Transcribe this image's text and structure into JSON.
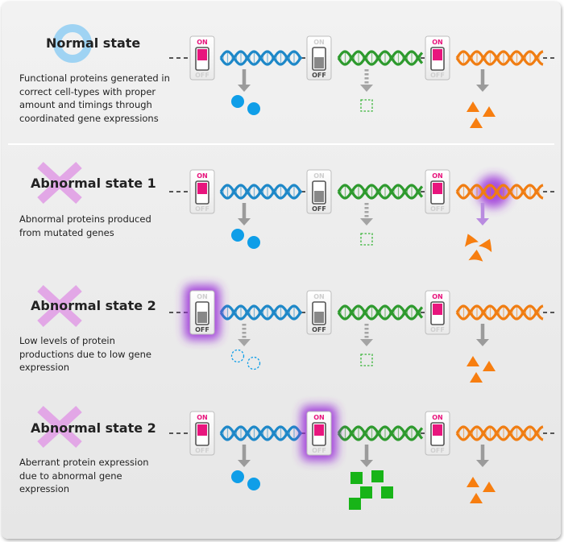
{
  "rows": [
    {
      "title": "Normal state",
      "description": "Functional proteins generated in correct cell-types with proper amount and timings through coordinated gene expressions",
      "marker": "circle-icon",
      "genes": [
        {
          "switch": "on",
          "highlight": false,
          "arrow": "solid",
          "product": "circles",
          "product_style": "filled",
          "dna_glow": false
        },
        {
          "switch": "off",
          "highlight": false,
          "arrow": "dashed",
          "product": "square",
          "product_style": "outline",
          "dna_glow": false
        },
        {
          "switch": "on",
          "highlight": false,
          "arrow": "solid",
          "product": "triangles",
          "product_style": "filled",
          "dna_glow": false
        }
      ]
    },
    {
      "title": "Abnormal state 1",
      "description": "Abnormal proteins produced from mutated genes",
      "marker": "cross-icon",
      "genes": [
        {
          "switch": "on",
          "highlight": false,
          "arrow": "solid",
          "product": "circles",
          "product_style": "filled",
          "dna_glow": false
        },
        {
          "switch": "off",
          "highlight": false,
          "arrow": "dashed",
          "product": "square",
          "product_style": "outline",
          "dna_glow": false
        },
        {
          "switch": "on",
          "highlight": false,
          "arrow": "solid-purple",
          "product": "mutant-triangles",
          "product_style": "filled",
          "dna_glow": true
        }
      ]
    },
    {
      "title": "Abnormal state 2",
      "description": "Low levels of protein productions due to low gene expression",
      "marker": "cross-icon",
      "genes": [
        {
          "switch": "off",
          "highlight": true,
          "arrow": "dashed",
          "product": "circles",
          "product_style": "outline",
          "dna_glow": false
        },
        {
          "switch": "off",
          "highlight": false,
          "arrow": "dashed",
          "product": "square",
          "product_style": "outline",
          "dna_glow": false
        },
        {
          "switch": "on",
          "highlight": false,
          "arrow": "solid",
          "product": "triangles",
          "product_style": "filled",
          "dna_glow": false
        }
      ]
    },
    {
      "title": "Abnormal state 2",
      "description": "Aberrant protein expression due to abnormal gene expression",
      "marker": "cross-icon",
      "genes": [
        {
          "switch": "on",
          "highlight": false,
          "arrow": "solid",
          "product": "circles",
          "product_style": "filled",
          "dna_glow": false
        },
        {
          "switch": "on",
          "highlight": true,
          "arrow": "solid",
          "product": "many-squares",
          "product_style": "filled",
          "dna_glow": false
        },
        {
          "switch": "on",
          "highlight": false,
          "arrow": "solid",
          "product": "triangles",
          "product_style": "filled",
          "dna_glow": false
        }
      ]
    }
  ],
  "switch_labels": {
    "on": "ON",
    "off": "OFF"
  },
  "colors": {
    "gene1": "#1e88c8",
    "gene2": "#2e9a2e",
    "gene3": "#f07d12",
    "protein_blue": "#0f9ee8",
    "protein_green": "#18b418",
    "protein_orange": "#f77e10",
    "switch_on": "#e8157d",
    "highlight": "#9b30d9",
    "marker_circle": "#9fd3f3",
    "marker_cross": "#e2a7e6"
  }
}
